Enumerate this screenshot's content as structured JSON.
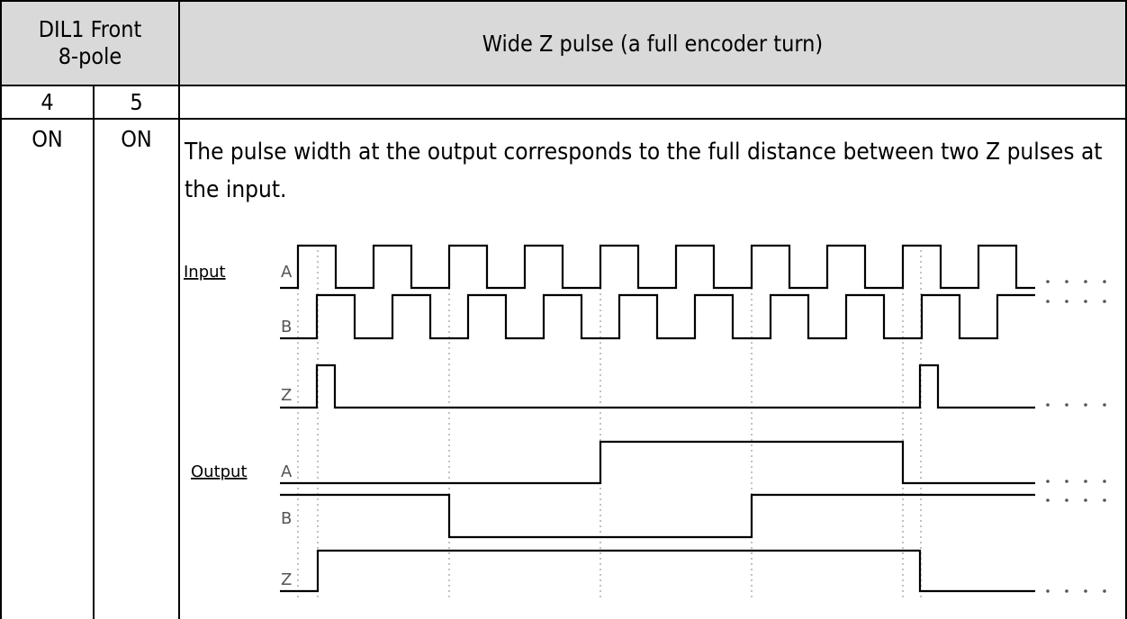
{
  "header": {
    "left_title": "DIL1 Front\n8-pole",
    "title": "Wide Z pulse (a full encoder turn)"
  },
  "switches": [
    {
      "number": "4",
      "state": "ON"
    },
    {
      "number": "5",
      "state": "ON"
    }
  ],
  "description": "The pulse width at the output corresponds to the full distance between two Z pulses at the input.",
  "diagram": {
    "input_label": "Input",
    "output_label": "Output",
    "signals": {
      "input": [
        "A",
        "B",
        "Z"
      ],
      "output": [
        "A",
        "B",
        "Z"
      ]
    }
  }
}
